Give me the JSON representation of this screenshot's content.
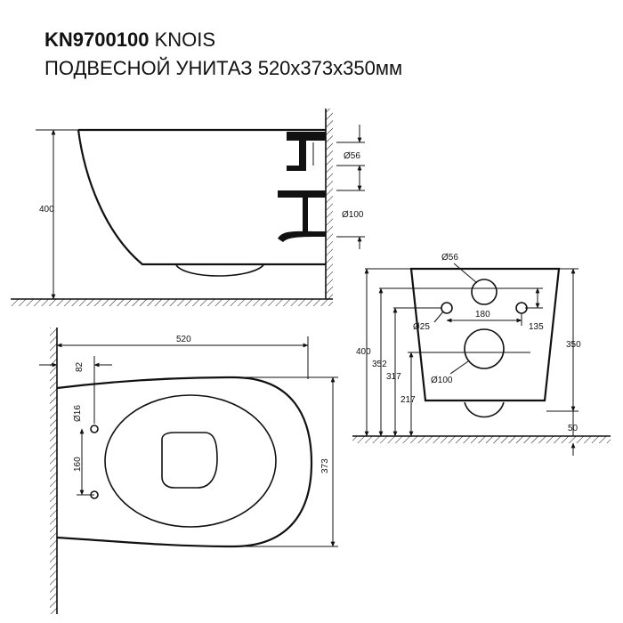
{
  "header": {
    "code": "KN9700100",
    "brand": "KNOIS",
    "subtitle": "ПОДВЕСНОЙ УНИТАЗ 520x373x350мм"
  },
  "side_view": {
    "height_label": "400",
    "pipe1_label": "Ø56",
    "pipe2_label": "Ø100"
  },
  "top_view": {
    "length_label": "520",
    "offset_label": "82",
    "hole_diameter_label": "Ø16",
    "hole_spacing_label": "160",
    "width_label": "373"
  },
  "front_view": {
    "inlet_label": "Ø56",
    "hole_label": "Ø25",
    "hole_spacing_label": "180",
    "hole_offset_label": "135",
    "outlet_label": "Ø100",
    "h400_label": "400",
    "h352_label": "352",
    "h317_label": "317",
    "h217_label": "217",
    "h350_label": "350",
    "gap_label": "50"
  }
}
